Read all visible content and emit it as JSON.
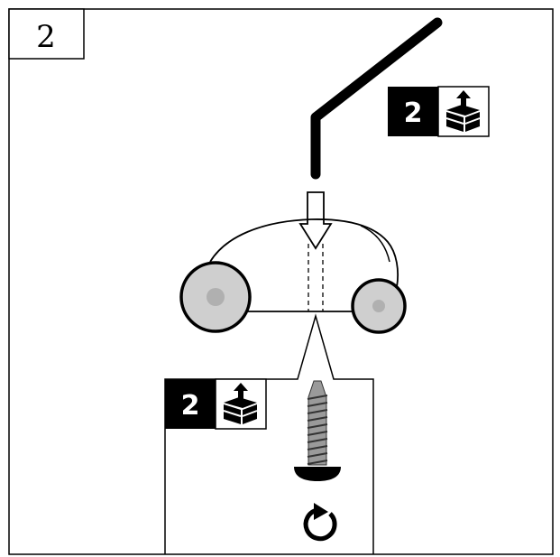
{
  "step": {
    "number": "2"
  },
  "handle_part": {
    "quantity": "2",
    "icon": "box-with-up-arrow-icon"
  },
  "screw_part": {
    "quantity": "2",
    "icon": "box-with-up-arrow-icon"
  },
  "instruction": {
    "rotate_icon": "rotate-clockwise-icon",
    "insert_arrow_icon": "down-arrow-icon"
  },
  "colors": {
    "ink": "#000000",
    "wheel": "#cfcfcf",
    "hub": "#b8b8b8",
    "screw": "#9a9a9a"
  }
}
